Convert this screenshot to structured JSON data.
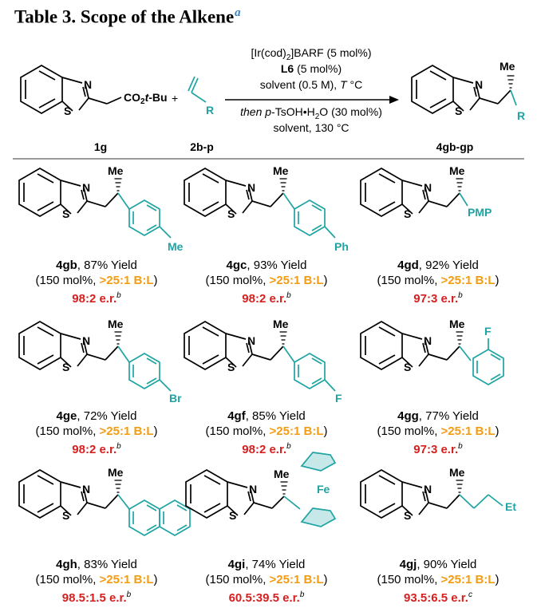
{
  "title": {
    "prefix": "Table 3. Scope of the Alkene",
    "footnote": "a"
  },
  "scheme": {
    "cond1": "[Ir(cod)",
    "cond1_sub": "2",
    "cond1_end": "]BARF (5 mol%)",
    "cond2_bold": "L6",
    "cond2_rest": " (5 mol%)",
    "cond3": "solvent (0.5 M), ",
    "cond3_T": "T",
    "cond3_end": " °C",
    "cond4_then": "then p",
    "cond4_mid": "-TsOH•H",
    "cond4_sub": "2",
    "cond4_end": "O (30 mol%)",
    "cond5": "solvent, 130 °C",
    "sm_label": "1g",
    "alkene_label": "2b-p",
    "product_label": "4gb-gp",
    "ester": "CO2t-Bu",
    "r_group": "R",
    "me": "Me",
    "plus": "+"
  },
  "atoms": {
    "N": "N",
    "S": "S",
    "Me": "Me",
    "Ph": "Ph",
    "Br": "Br",
    "F": "F",
    "PMP": "PMP",
    "Fe": "Fe",
    "Et": "Et"
  },
  "entries": [
    {
      "id": "4gb",
      "yield": ", 87% Yield",
      "cond": "(150 mol%, ",
      "bl": ">25:1 B:L",
      "close": ")",
      "er": "98:2 e.r.",
      "note": "b"
    },
    {
      "id": "4gc",
      "yield": ", 93% Yield",
      "cond": "(150 mol%, ",
      "bl": ">25:1 B:L",
      "close": ")",
      "er": "98:2 e.r.",
      "note": "b"
    },
    {
      "id": "4gd",
      "yield": ", 92% Yield",
      "cond": "(150 mol%, ",
      "bl": ">25:1 B:L",
      "close": ")",
      "er": "97:3 e.r.",
      "note": "b"
    },
    {
      "id": "4ge",
      "yield": ", 72% Yield",
      "cond": "(150 mol%, ",
      "bl": ">25:1 B:L",
      "close": ")",
      "er": "98:2 e.r.",
      "note": "b"
    },
    {
      "id": "4gf",
      "yield": ", 85% Yield",
      "cond": "(150 mol%, ",
      "bl": ">25:1 B:L",
      "close": ")",
      "er": "98:2 e.r.",
      "note": "b"
    },
    {
      "id": "4gg",
      "yield": ", 77% Yield",
      "cond": "(150 mol%, ",
      "bl": ">25:1 B:L",
      "close": ")",
      "er": "97:3 e.r.",
      "note": "b"
    },
    {
      "id": "4gh",
      "yield": ", 83% Yield",
      "cond": "(150 mol%, ",
      "bl": ">25:1 B:L",
      "close": ")",
      "er": "98.5:1.5 e.r.",
      "note": "b"
    },
    {
      "id": "4gi",
      "yield": ", 74% Yield",
      "cond": "(150 mol%, ",
      "bl": ">25:1 B:L",
      "close": ")",
      "er": "60.5:39.5 e.r.",
      "note": "b"
    },
    {
      "id": "4gj",
      "yield": ", 90% Yield",
      "cond": "(150 mol%, ",
      "bl": ">25:1 B:L",
      "close": ")",
      "er": "93.5:6.5 e.r.",
      "note": "c"
    }
  ],
  "colors": {
    "teal": "#1fa3a3",
    "orange": "#f39c12",
    "red": "#d62020",
    "footnote": "#3b82c4"
  }
}
